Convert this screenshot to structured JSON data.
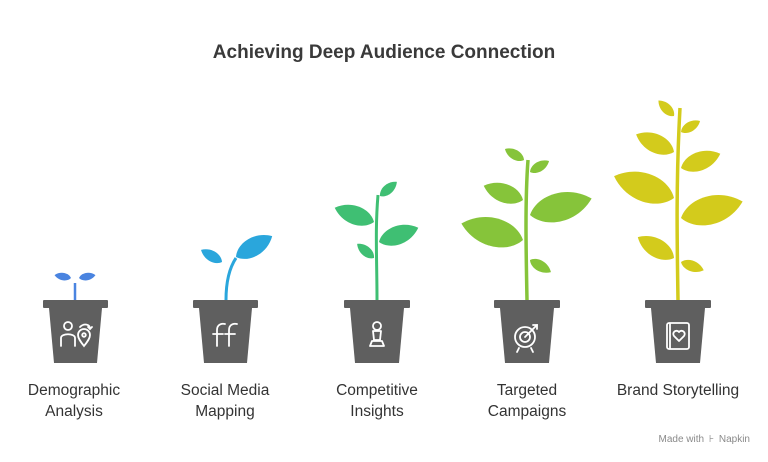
{
  "title": "Achieving Deep Audience Connection",
  "stages": [
    {
      "line1": "Demographic",
      "line2": "Analysis",
      "icon": "people-location-icon",
      "color": "#4a84e0"
    },
    {
      "line1": "Social Media",
      "line2": "Mapping",
      "icon": "facebook-icon",
      "color": "#2aa6dc"
    },
    {
      "line1": "Competitive",
      "line2": "Insights",
      "icon": "chess-pawn-icon",
      "color": "#3fbf73"
    },
    {
      "line1": "Targeted",
      "line2": "Campaigns",
      "icon": "target-icon",
      "color": "#86c43a"
    },
    {
      "line1": "Brand Storytelling",
      "line2": "",
      "icon": "heart-book-icon",
      "color": "#d3cb1c"
    }
  ],
  "footer": {
    "made_with": "Made with",
    "brand": "Napkin"
  }
}
